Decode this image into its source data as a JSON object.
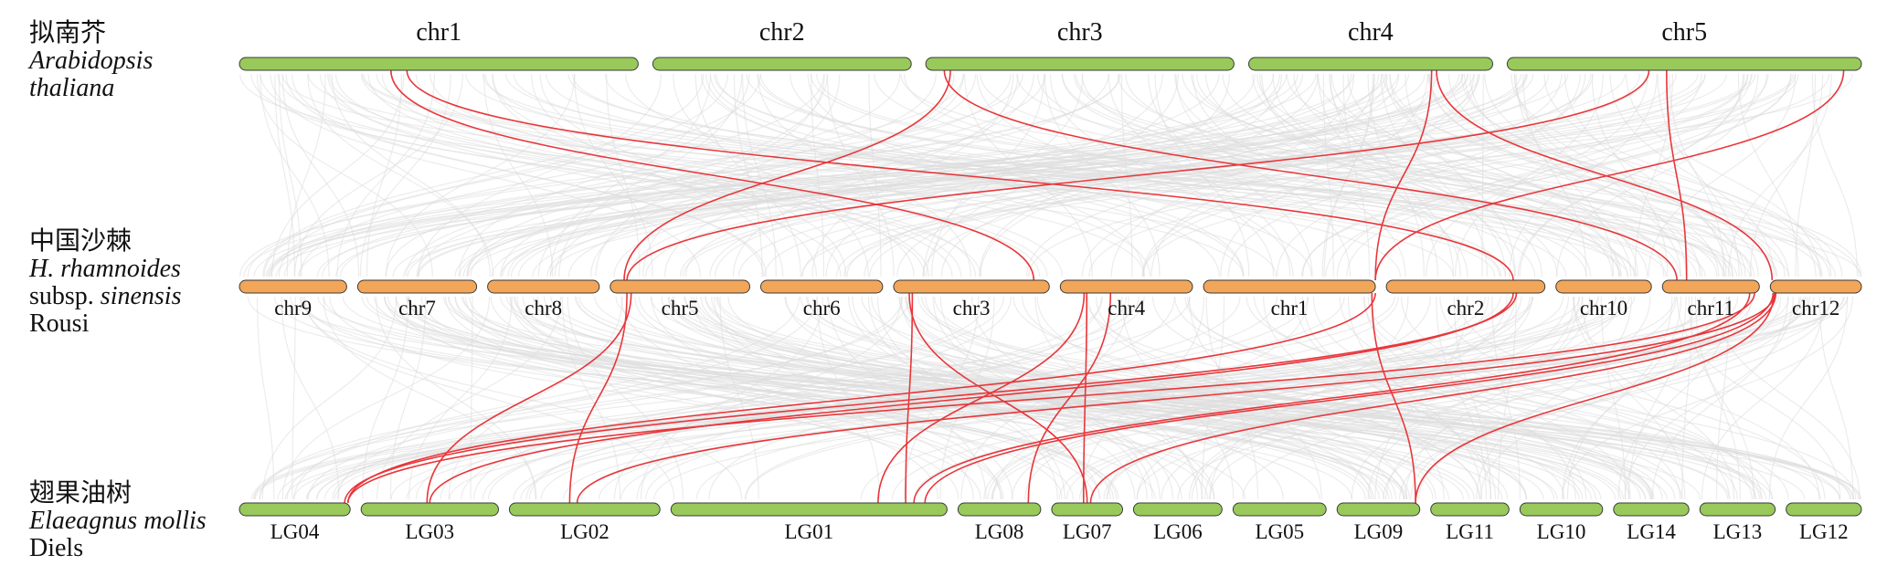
{
  "species": [
    {
      "id": "arabidopsis",
      "lines": [
        {
          "parts": [
            {
              "t": "拟南芥",
              "italic": false
            }
          ]
        },
        {
          "parts": [
            {
              "t": "Arabidopsis",
              "italic": true
            }
          ]
        },
        {
          "parts": [
            {
              "t": "thaliana",
              "italic": true
            }
          ]
        }
      ]
    },
    {
      "id": "hippophae",
      "lines": [
        {
          "parts": [
            {
              "t": "中国沙棘",
              "italic": false
            }
          ]
        },
        {
          "parts": [
            {
              "t": "H. rhamnoides",
              "italic": true
            }
          ]
        },
        {
          "parts": [
            {
              "t": "subsp. ",
              "italic": false
            },
            {
              "t": "sinensis",
              "italic": true
            }
          ]
        },
        {
          "parts": [
            {
              "t": "Rousi",
              "italic": false
            }
          ]
        }
      ]
    },
    {
      "id": "elaeagnus",
      "lines": [
        {
          "parts": [
            {
              "t": "翅果油树",
              "italic": false
            }
          ]
        },
        {
          "parts": [
            {
              "t": "Elaeagnus mollis",
              "italic": true
            }
          ]
        },
        {
          "parts": [
            {
              "t": "Diels",
              "italic": false
            }
          ]
        }
      ]
    }
  ],
  "tracks": {
    "top": {
      "color": "#98c95a",
      "chromosomes": [
        {
          "name": "chr1",
          "length": 30.4
        },
        {
          "name": "chr2",
          "length": 19.7
        },
        {
          "name": "chr3",
          "length": 23.5
        },
        {
          "name": "chr4",
          "length": 18.6
        },
        {
          "name": "chr5",
          "length": 27.0
        }
      ]
    },
    "middle": {
      "color": "#f2a65a",
      "chromosomes": [
        {
          "name": "chr9",
          "length": 7.3
        },
        {
          "name": "chr7",
          "length": 8.1
        },
        {
          "name": "chr8",
          "length": 7.6
        },
        {
          "name": "chr5",
          "length": 9.5
        },
        {
          "name": "chr6",
          "length": 8.3
        },
        {
          "name": "chr3",
          "length": 10.6
        },
        {
          "name": "chr4",
          "length": 9.0
        },
        {
          "name": "chr1",
          "length": 11.7
        },
        {
          "name": "chr2",
          "length": 10.8
        },
        {
          "name": "chr10",
          "length": 6.5
        },
        {
          "name": "chr11",
          "length": 6.6
        },
        {
          "name": "chr12",
          "length": 6.2
        }
      ]
    },
    "bottom": {
      "color": "#98c95a",
      "chromosomes": [
        {
          "name": "LG04",
          "length": 7.5
        },
        {
          "name": "LG03",
          "length": 9.3
        },
        {
          "name": "LG02",
          "length": 10.2
        },
        {
          "name": "LG01",
          "length": 18.7
        },
        {
          "name": "LG08",
          "length": 5.6
        },
        {
          "name": "LG07",
          "length": 4.8
        },
        {
          "name": "LG06",
          "length": 6.0
        },
        {
          "name": "LG05",
          "length": 6.3
        },
        {
          "name": "LG09",
          "length": 5.6
        },
        {
          "name": "LG11",
          "length": 5.3
        },
        {
          "name": "LG10",
          "length": 5.6
        },
        {
          "name": "LG14",
          "length": 5.1
        },
        {
          "name": "LG13",
          "length": 5.1
        },
        {
          "name": "LG12",
          "length": 5.1
        }
      ]
    }
  },
  "highlight_color": "#e8363a",
  "background_link_color": "#dcdcdc",
  "highlight_links": {
    "top_middle": [
      {
        "a": [
          "chr1",
          0.38
        ],
        "b": [
          "chr3",
          0.9
        ]
      },
      {
        "a": [
          "chr1",
          0.42
        ],
        "b": [
          "chr2",
          0.8
        ]
      },
      {
        "a": [
          "chr3",
          0.08
        ],
        "b": [
          "chr5",
          0.1
        ]
      },
      {
        "a": [
          "chr3",
          0.06
        ],
        "b": [
          "chr11",
          0.15
        ]
      },
      {
        "a": [
          "chr4",
          0.75
        ],
        "b": [
          "chr1",
          1.0
        ]
      },
      {
        "a": [
          "chr4",
          0.77
        ],
        "b": [
          "chr12",
          0.02
        ]
      },
      {
        "a": [
          "chr5",
          0.4
        ],
        "b": [
          "chr5",
          0.12
        ]
      },
      {
        "a": [
          "chr5",
          0.45
        ],
        "b": [
          "chr11",
          0.25
        ]
      },
      {
        "a": [
          "chr5",
          0.95
        ],
        "b": [
          "chr1",
          1.0
        ]
      }
    ],
    "middle_bottom": [
      {
        "a": [
          "chr5",
          0.15
        ],
        "b": [
          "LG03",
          0.48
        ]
      },
      {
        "a": [
          "chr5",
          0.12
        ],
        "b": [
          "LG02",
          0.4
        ]
      },
      {
        "a": [
          "chr3",
          0.12
        ],
        "b": [
          "LG01",
          0.85
        ]
      },
      {
        "a": [
          "chr3",
          0.1
        ],
        "b": [
          "LG07",
          0.5
        ]
      },
      {
        "a": [
          "chr4",
          0.18
        ],
        "b": [
          "LG01",
          0.75
        ]
      },
      {
        "a": [
          "chr4",
          0.2
        ],
        "b": [
          "LG07",
          0.45
        ]
      },
      {
        "a": [
          "chr4",
          0.38
        ],
        "b": [
          "LG08",
          0.85
        ]
      },
      {
        "a": [
          "chr1",
          1.0
        ],
        "b": [
          "LG04",
          0.98
        ]
      },
      {
        "a": [
          "chr1",
          0.98
        ],
        "b": [
          "LG09",
          0.95
        ]
      },
      {
        "a": [
          "chr2",
          0.82
        ],
        "b": [
          "LG04",
          0.95
        ]
      },
      {
        "a": [
          "chr2",
          0.8
        ],
        "b": [
          "LG03",
          0.5
        ]
      },
      {
        "a": [
          "chr11",
          0.95
        ],
        "b": [
          "LG04",
          0.98
        ]
      },
      {
        "a": [
          "chr11",
          0.9
        ],
        "b": [
          "LG01",
          0.88
        ]
      },
      {
        "a": [
          "chr12",
          0.05
        ],
        "b": [
          "LG02",
          0.45
        ]
      },
      {
        "a": [
          "chr12",
          0.03
        ],
        "b": [
          "LG01",
          0.92
        ]
      },
      {
        "a": [
          "chr12",
          0.06
        ],
        "b": [
          "LG07",
          0.55
        ]
      },
      {
        "a": [
          "chr12",
          0.04
        ],
        "b": [
          "LG09",
          0.95
        ]
      }
    ]
  }
}
